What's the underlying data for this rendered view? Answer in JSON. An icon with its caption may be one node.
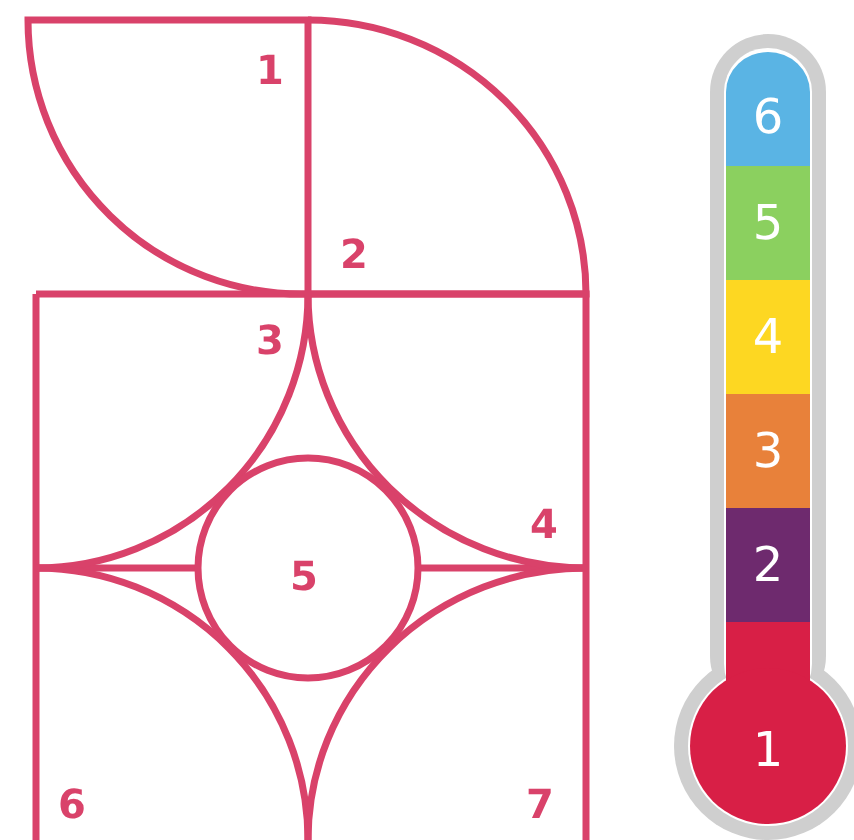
{
  "diagram": {
    "labels": [
      "1",
      "2",
      "3",
      "4",
      "5",
      "6",
      "7"
    ],
    "legend": [
      {
        "text": "6",
        "color": "#5ab4e4"
      },
      {
        "text": "5",
        "color": "#8bd05f"
      },
      {
        "text": "4",
        "color": "#fdd722"
      },
      {
        "text": "3",
        "color": "#e8813a"
      },
      {
        "text": "2",
        "color": "#6e2a6e"
      },
      {
        "text": "1",
        "color": "#d81f46"
      }
    ]
  }
}
